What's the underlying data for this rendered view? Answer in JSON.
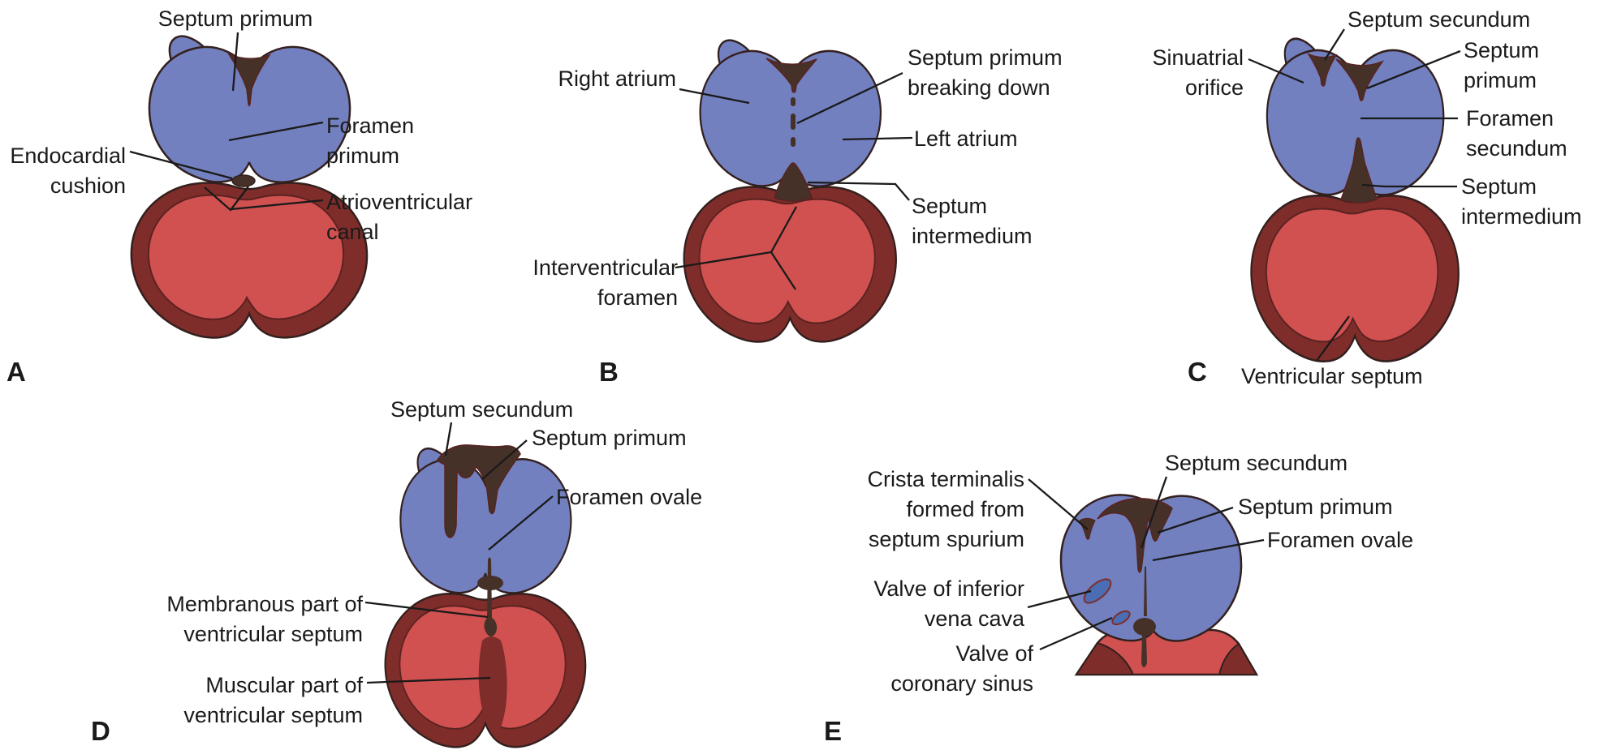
{
  "figure": {
    "description": "Development of the interatrial and interventricular septa of the heart, stages A to E",
    "background": "#ffffff",
    "colors": {
      "atrium_blue": "#7280bf",
      "ventricle_red": "#d05150",
      "heart_wall_maroon": "#7e2d2a",
      "septum_brown": "#463129",
      "valve_blue": "#4a6db3",
      "outline": "#33201e",
      "text": "#1a1a1a"
    },
    "panels": [
      {
        "letter": "A",
        "labels": [
          {
            "name": "septum-primum",
            "lines": [
              "Septum primum"
            ]
          },
          {
            "name": "foramen-primum",
            "lines": [
              "Foramen",
              "primum"
            ]
          },
          {
            "name": "endocardial-cushion",
            "lines": [
              "Endocardial",
              "cushion"
            ]
          },
          {
            "name": "atrioventricular-canal",
            "lines": [
              "Atrioventricular",
              "canal"
            ]
          }
        ]
      },
      {
        "letter": "B",
        "labels": [
          {
            "name": "right-atrium",
            "lines": [
              "Right atrium"
            ]
          },
          {
            "name": "septum-primum-breaking-down",
            "lines": [
              "Septum primum",
              "breaking down"
            ]
          },
          {
            "name": "left-atrium",
            "lines": [
              "Left atrium"
            ]
          },
          {
            "name": "septum-intermedium",
            "lines": [
              "Septum",
              "intermedium"
            ]
          },
          {
            "name": "interventricular-foramen",
            "lines": [
              "Interventricular",
              "foramen"
            ]
          }
        ]
      },
      {
        "letter": "C",
        "labels": [
          {
            "name": "sinuatrial-orifice",
            "lines": [
              "Sinuatrial",
              "orifice"
            ]
          },
          {
            "name": "septum-secundum",
            "lines": [
              "Septum secundum"
            ]
          },
          {
            "name": "septum-primum",
            "lines": [
              "Septum",
              "primum"
            ]
          },
          {
            "name": "foramen-secundum",
            "lines": [
              "Foramen",
              "secundum"
            ]
          },
          {
            "name": "septum-intermedium",
            "lines": [
              "Septum",
              "intermedium"
            ]
          },
          {
            "name": "ventricular-septum",
            "lines": [
              "Ventricular septum"
            ]
          }
        ]
      },
      {
        "letter": "D",
        "labels": [
          {
            "name": "septum-secundum",
            "lines": [
              "Septum secundum"
            ]
          },
          {
            "name": "septum-primum",
            "lines": [
              "Septum primum"
            ]
          },
          {
            "name": "foramen-ovale",
            "lines": [
              "Foramen ovale"
            ]
          },
          {
            "name": "membranous-part-of-ventricular-septum",
            "lines": [
              "Membranous part of",
              "ventricular septum"
            ]
          },
          {
            "name": "muscular-part-of-ventricular-septum",
            "lines": [
              "Muscular part of",
              "ventricular septum"
            ]
          }
        ]
      },
      {
        "letter": "E",
        "labels": [
          {
            "name": "crista-terminalis",
            "lines": [
              "Crista terminalis",
              "formed from",
              "septum spurium"
            ]
          },
          {
            "name": "valve-of-inferior-vena-cava",
            "lines": [
              "Valve of inferior",
              "vena cava"
            ]
          },
          {
            "name": "valve-of-coronary-sinus",
            "lines": [
              "Valve of",
              "coronary sinus"
            ]
          },
          {
            "name": "septum-secundum",
            "lines": [
              "Septum secundum"
            ]
          },
          {
            "name": "septum-primum",
            "lines": [
              "Septum primum"
            ]
          },
          {
            "name": "foramen-ovale",
            "lines": [
              "Foramen ovale"
            ]
          }
        ]
      }
    ]
  }
}
